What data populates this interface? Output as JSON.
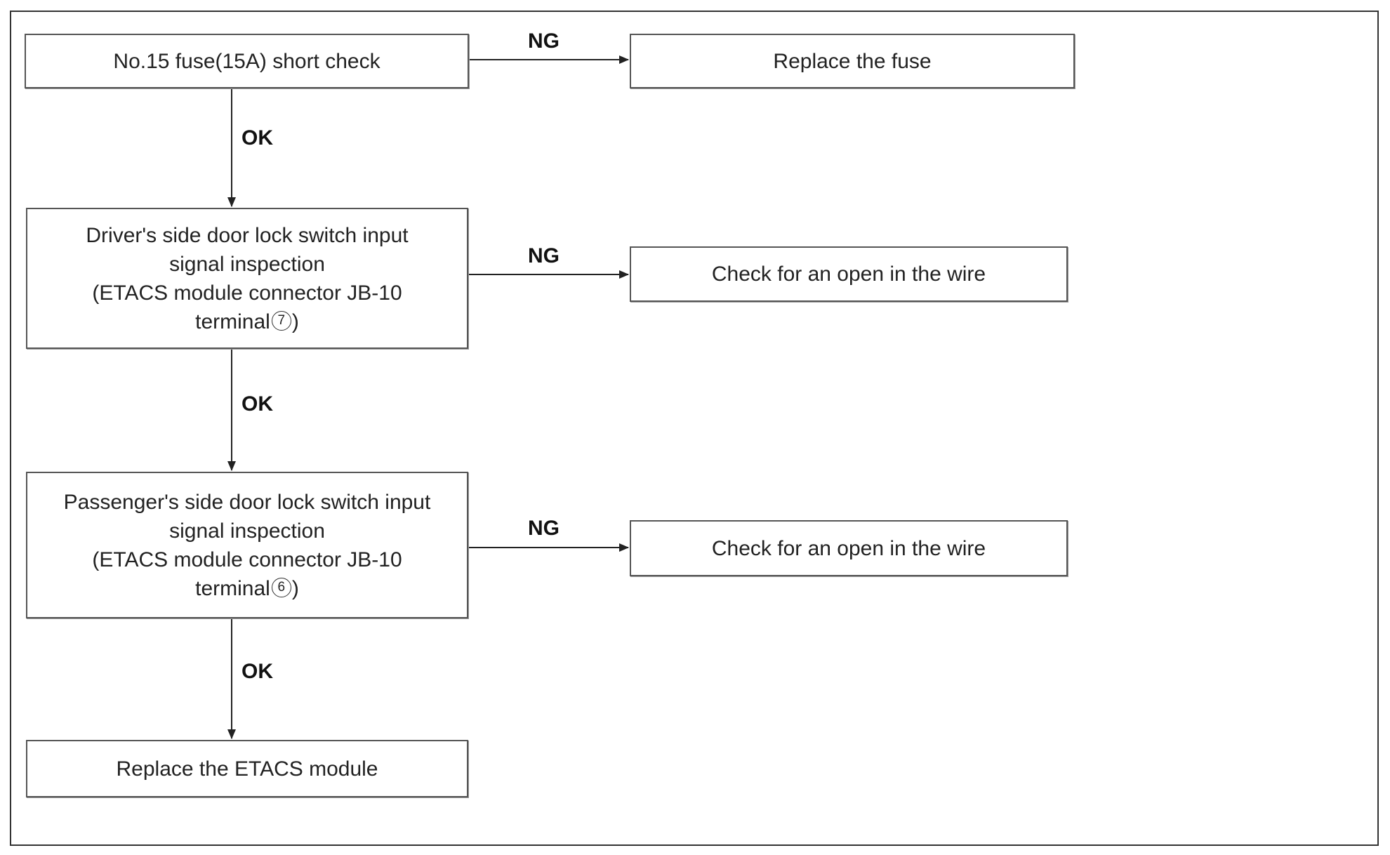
{
  "steps": [
    {
      "lines": [
        "No.15 fuse(15A) short check"
      ]
    },
    {
      "lines": [
        "Driver's side door lock switch input",
        "signal inspection",
        "(ETACS module connector JB-10"
      ],
      "terminal_text": "terminal",
      "terminal_number": "7",
      "terminal_close": ")"
    },
    {
      "lines": [
        "Passenger's side door lock switch input",
        "signal inspection",
        "(ETACS module connector JB-10"
      ],
      "terminal_text": "terminal",
      "terminal_number": "6",
      "terminal_close": ")"
    },
    {
      "lines": [
        "Replace the ETACS module"
      ]
    }
  ],
  "results": [
    {
      "text": "Replace the fuse"
    },
    {
      "text": "Check for an open in the wire"
    },
    {
      "text": "Check for an open in the wire"
    }
  ],
  "labels": {
    "ok": "OK",
    "ng": "NG"
  }
}
